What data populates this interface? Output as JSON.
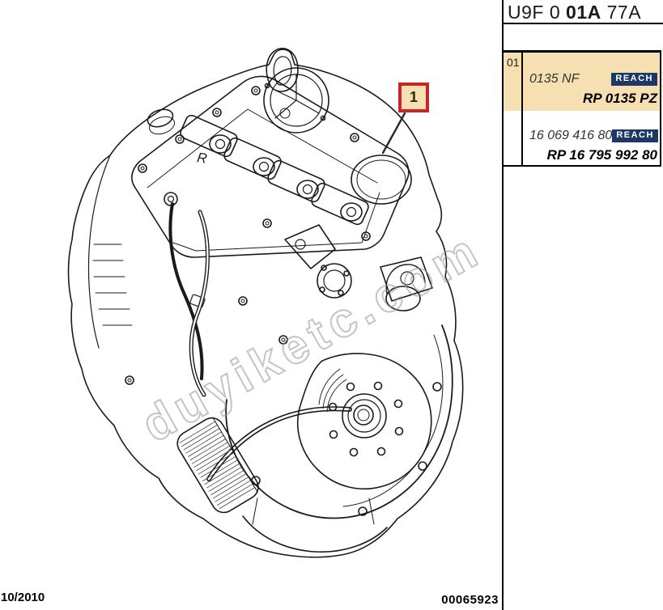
{
  "header": {
    "code_prefix": "U9F 0 ",
    "code_bold": "01A",
    "code_suffix": " 77A"
  },
  "parts_table": {
    "rows": [
      {
        "index": "01",
        "part_number": "0135 NF",
        "reach_label": "REACH",
        "replacement_ref": "RP 0135 PZ",
        "highlighted": true
      },
      {
        "index": "",
        "part_number": "16 069 416 80",
        "reach_label": "REACH",
        "replacement_ref": "RP 16 795 992 80",
        "highlighted": false
      }
    ]
  },
  "diagram": {
    "callout_label": "1",
    "embossed_mark": "R",
    "watermark_text": "duyiketc.com"
  },
  "footer": {
    "date": "10/2010",
    "document_number": "00065923"
  },
  "colors": {
    "highlight_row": "#F6DFB1",
    "callout_border": "#CB2428",
    "reach_badge": "#1E3866"
  }
}
